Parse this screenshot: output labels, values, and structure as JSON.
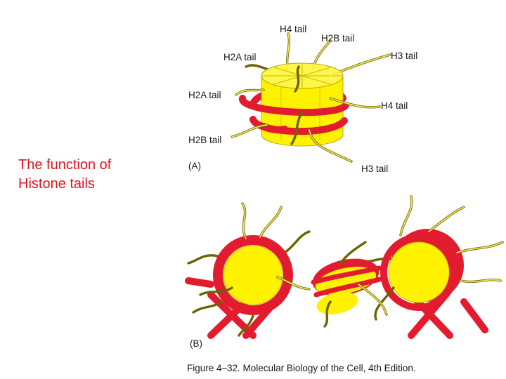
{
  "title": {
    "line1": "The function of",
    "line2": "Histone tails"
  },
  "panel_a": {
    "label": "(A)",
    "tails": {
      "h4_top": "H4 tail",
      "h2b_top": "H2B tail",
      "h2a_upper": "H2A tail",
      "h3_right": "H3 tail",
      "h2a_left": "H2A tail",
      "h4_right": "H4 tail",
      "h2b_left": "H2B tail",
      "h3_bottom": "H3 tail"
    }
  },
  "panel_b": {
    "label": "(B)"
  },
  "caption": "Figure 4–32. Molecular Biology of the Cell, 4th Edition.",
  "colors": {
    "title": "#e0141e",
    "histone_core": "#fff200",
    "dna": "#e31b2f",
    "tail": "#6b6400"
  }
}
